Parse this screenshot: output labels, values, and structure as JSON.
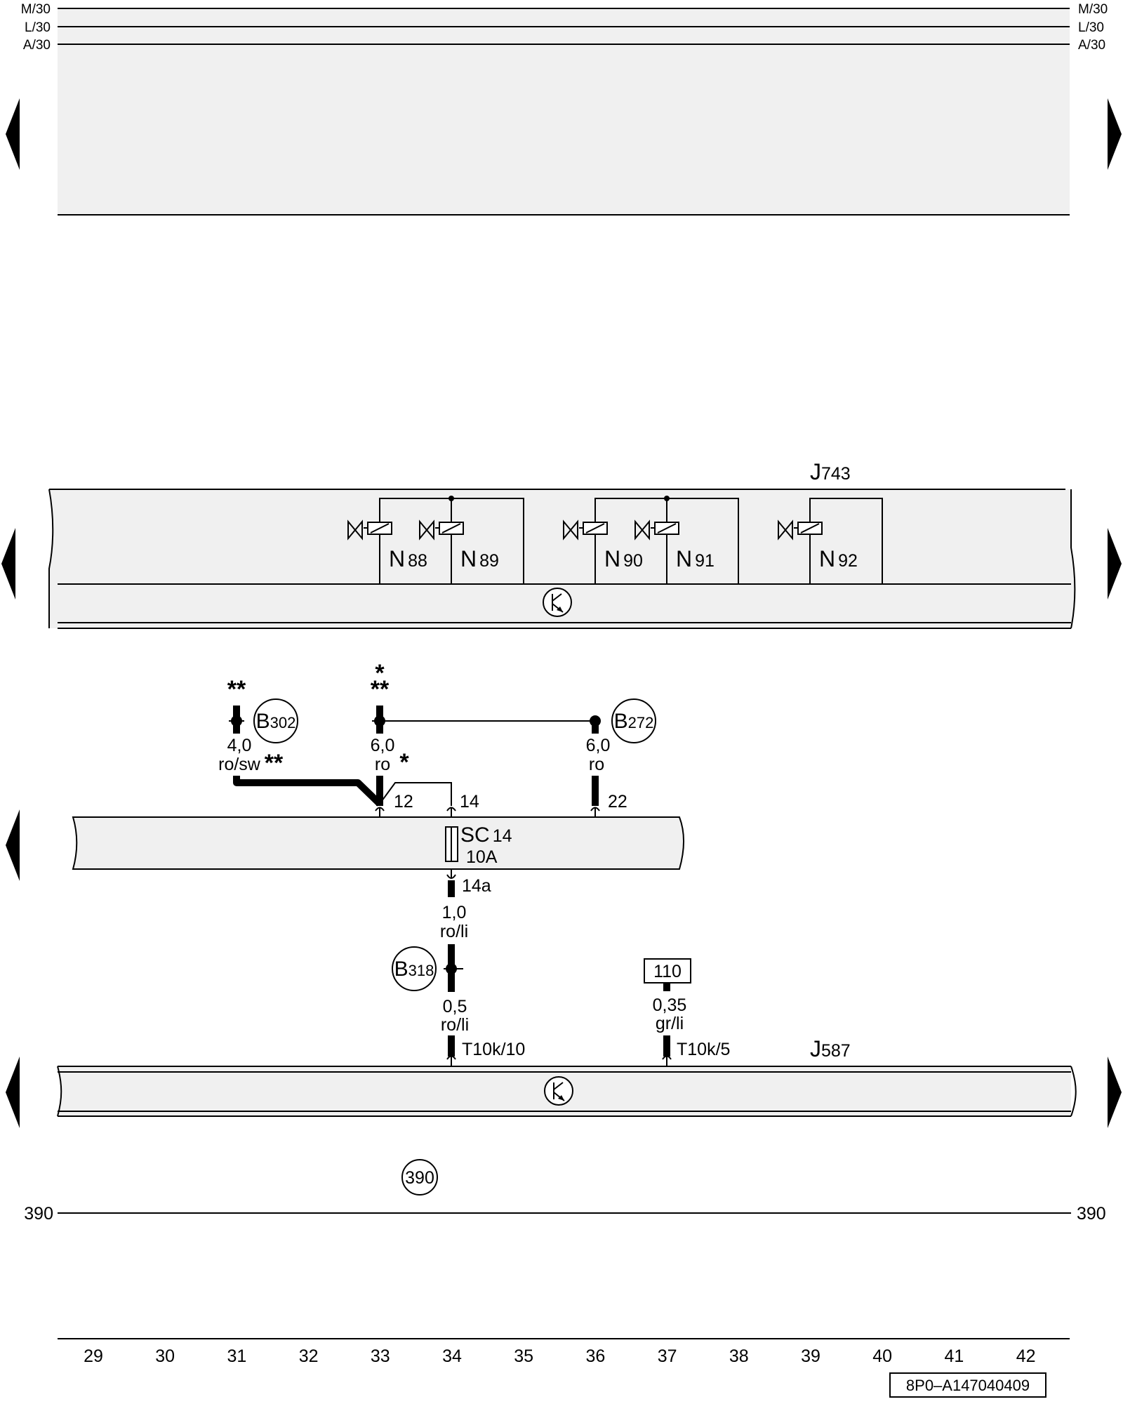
{
  "rails": {
    "m30_label": "M/30",
    "l30_label": "L/30",
    "a30_label": "A/30",
    "ground_label": "390",
    "ground_ref": "390"
  },
  "components": {
    "j743": {
      "letter": "J",
      "number": "743"
    },
    "j587": {
      "letter": "J",
      "number": "587"
    },
    "valves": [
      {
        "letter": "N",
        "number": "88"
      },
      {
        "letter": "N",
        "number": "89"
      },
      {
        "letter": "N",
        "number": "90"
      },
      {
        "letter": "N",
        "number": "91"
      },
      {
        "letter": "N",
        "number": "92"
      }
    ],
    "fuse": {
      "name": "SC",
      "number": "14",
      "rating": "10A"
    }
  },
  "connections": {
    "b302": {
      "letter": "B",
      "number": "302"
    },
    "b272": {
      "letter": "B",
      "number": "272"
    },
    "b318": {
      "letter": "B",
      "number": "318"
    },
    "ref_box": "110"
  },
  "wires": {
    "w_b302": {
      "size": "4,0",
      "color": "ro/sw"
    },
    "w_main": {
      "size": "6,0",
      "color": "ro"
    },
    "w_b272": {
      "size": "6,0",
      "color": "ro"
    },
    "w_out": {
      "size": "1,0",
      "color": "ro/li"
    },
    "w_j587_a": {
      "size": "0,5",
      "color": "ro/li"
    },
    "w_j587_b": {
      "size": "0,35",
      "color": "gr/li"
    }
  },
  "pins": {
    "p12": "12",
    "p14": "14",
    "p22": "22",
    "p14a": "14a",
    "t10k10": "T10k/10",
    "t10k5": "T10k/5"
  },
  "markers": {
    "single": "*",
    "double": "**"
  },
  "grid": [
    "29",
    "30",
    "31",
    "32",
    "33",
    "34",
    "35",
    "36",
    "37",
    "38",
    "39",
    "40",
    "41",
    "42"
  ],
  "footer": {
    "code": "8P0–A147040409"
  }
}
